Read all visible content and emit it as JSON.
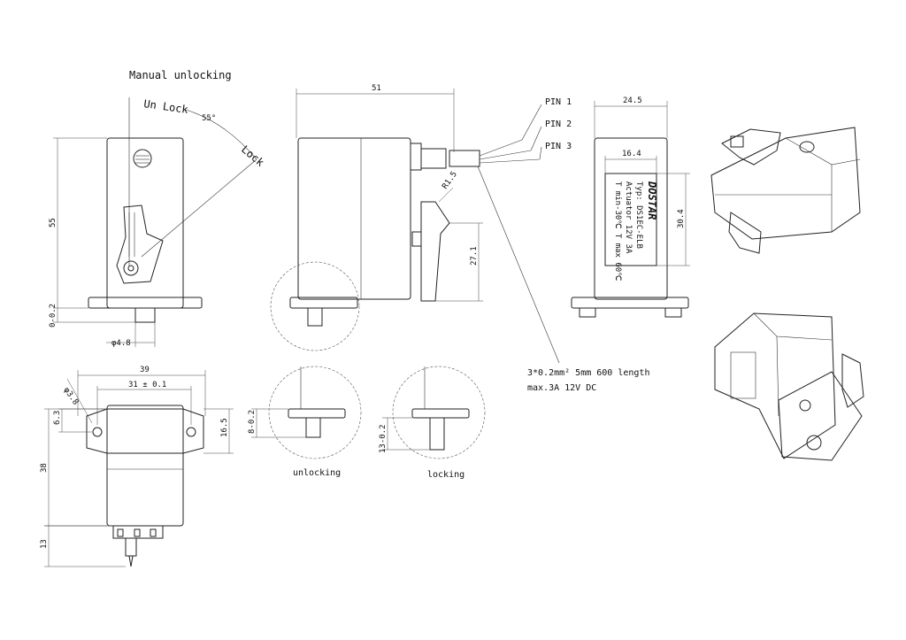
{
  "top_left": {
    "title": "Manual unlocking",
    "unlock": "Un Lock",
    "lock": "Lock",
    "angle": "55°",
    "dim_height": "55",
    "dim_tol": "0-0.2",
    "dim_diameter": "φ4.8"
  },
  "side_view": {
    "dim_width": "51",
    "dim_radius": "R1.5",
    "dim_height": "27.1",
    "pins": [
      "PIN 1",
      "PIN 2",
      "PIN 3"
    ]
  },
  "cable_note": {
    "line1": "3*0.2mm² 5mm 600 length",
    "line2": "max.3A 12V DC"
  },
  "right_view": {
    "dim_width": "24.5",
    "dim_label_width": "16.4",
    "dim_label_height": "30.4",
    "label": {
      "brand": "DOSTAR",
      "line1": "Typ: DS1EC-ELB",
      "line2": "Actuator 12V 3A",
      "line3": "T min-30℃  T max 60℃"
    }
  },
  "bottom_view": {
    "dim_width": "39",
    "dim_holes": "31 ± 0.1",
    "dim_hole_dia": "φ3.8",
    "dim_offset": "6.3",
    "dim_flange": "16.5",
    "dim_height": "38",
    "dim_connector": "13"
  },
  "details": {
    "unlocking_label": "unlocking",
    "unlocking_dim": "8-0.2",
    "locking_label": "locking",
    "locking_dim": "13-0.2"
  }
}
